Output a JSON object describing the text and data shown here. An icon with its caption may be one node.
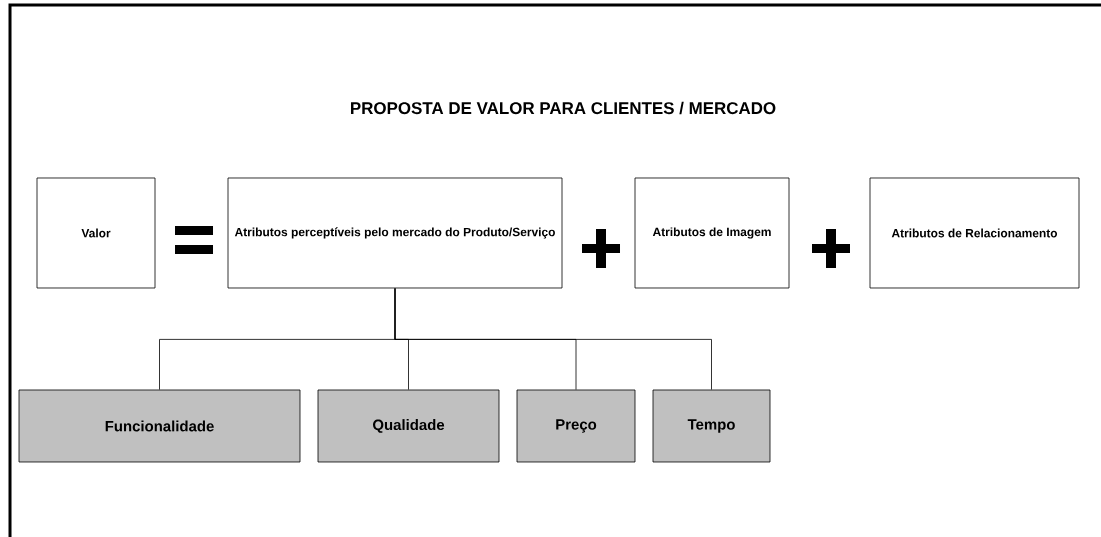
{
  "diagram": {
    "title": "PROPOSTA DE VALOR PARA CLIENTES / MERCADO",
    "nodes": [
      {
        "text": [
          "Valor"
        ]
      },
      {
        "text": [
          "Atributos perceptíveis pelo mercado do Produto/Serviço"
        ]
      },
      {
        "text": [
          "Atributos de Imagem"
        ]
      },
      {
        "text": [
          "Atributos de Relacionamento"
        ]
      },
      {
        "text": [
          "Funcionalidade"
        ]
      },
      {
        "text": [
          "Qualidade"
        ]
      },
      {
        "text": [
          "Preço"
        ]
      },
      {
        "text": [
          "Tempo"
        ]
      }
    ],
    "edges": [
      {
        "from": 1,
        "to": 4,
        "arrow": "none"
      },
      {
        "from": 1,
        "to": 5,
        "arrow": "none"
      },
      {
        "from": 1,
        "to": 6,
        "arrow": "none"
      },
      {
        "from": 1,
        "to": 7,
        "arrow": "none"
      }
    ]
  }
}
